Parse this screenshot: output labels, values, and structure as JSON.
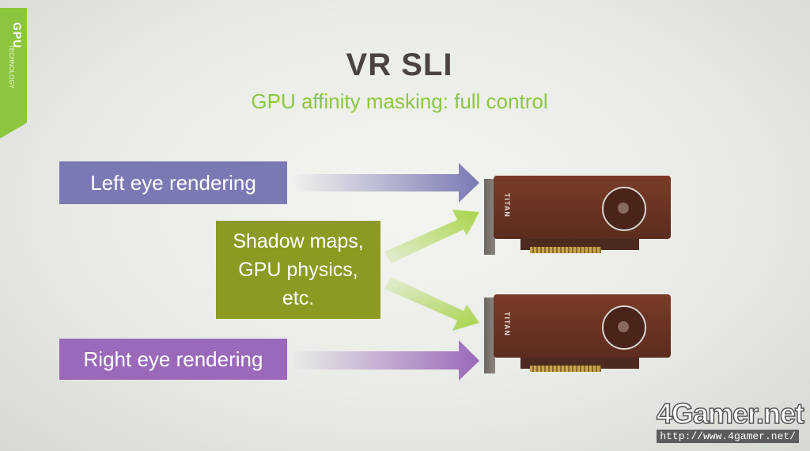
{
  "slide": {
    "tab_label": "GPU",
    "tab_sub_label": "TECHNOLOGY",
    "title": "VR SLI",
    "subtitle": "GPU affinity masking: full control"
  },
  "boxes": {
    "left_eye": "Left eye rendering",
    "right_eye": "Right eye rendering",
    "shared_line1": "Shadow maps,",
    "shared_line2": "GPU physics,",
    "shared_line3": "etc."
  },
  "gpus": [
    {
      "label": "TITAN"
    },
    {
      "label": "TITAN"
    }
  ],
  "watermark": {
    "brand": "4Gamer.net",
    "url": "http://www.4gamer.net/"
  },
  "colors": {
    "accent_green": "#8dc63f",
    "left_box": "#7b79b4",
    "right_box": "#9a69ba",
    "mid_box": "#8c9a22",
    "title": "#4a4440"
  }
}
